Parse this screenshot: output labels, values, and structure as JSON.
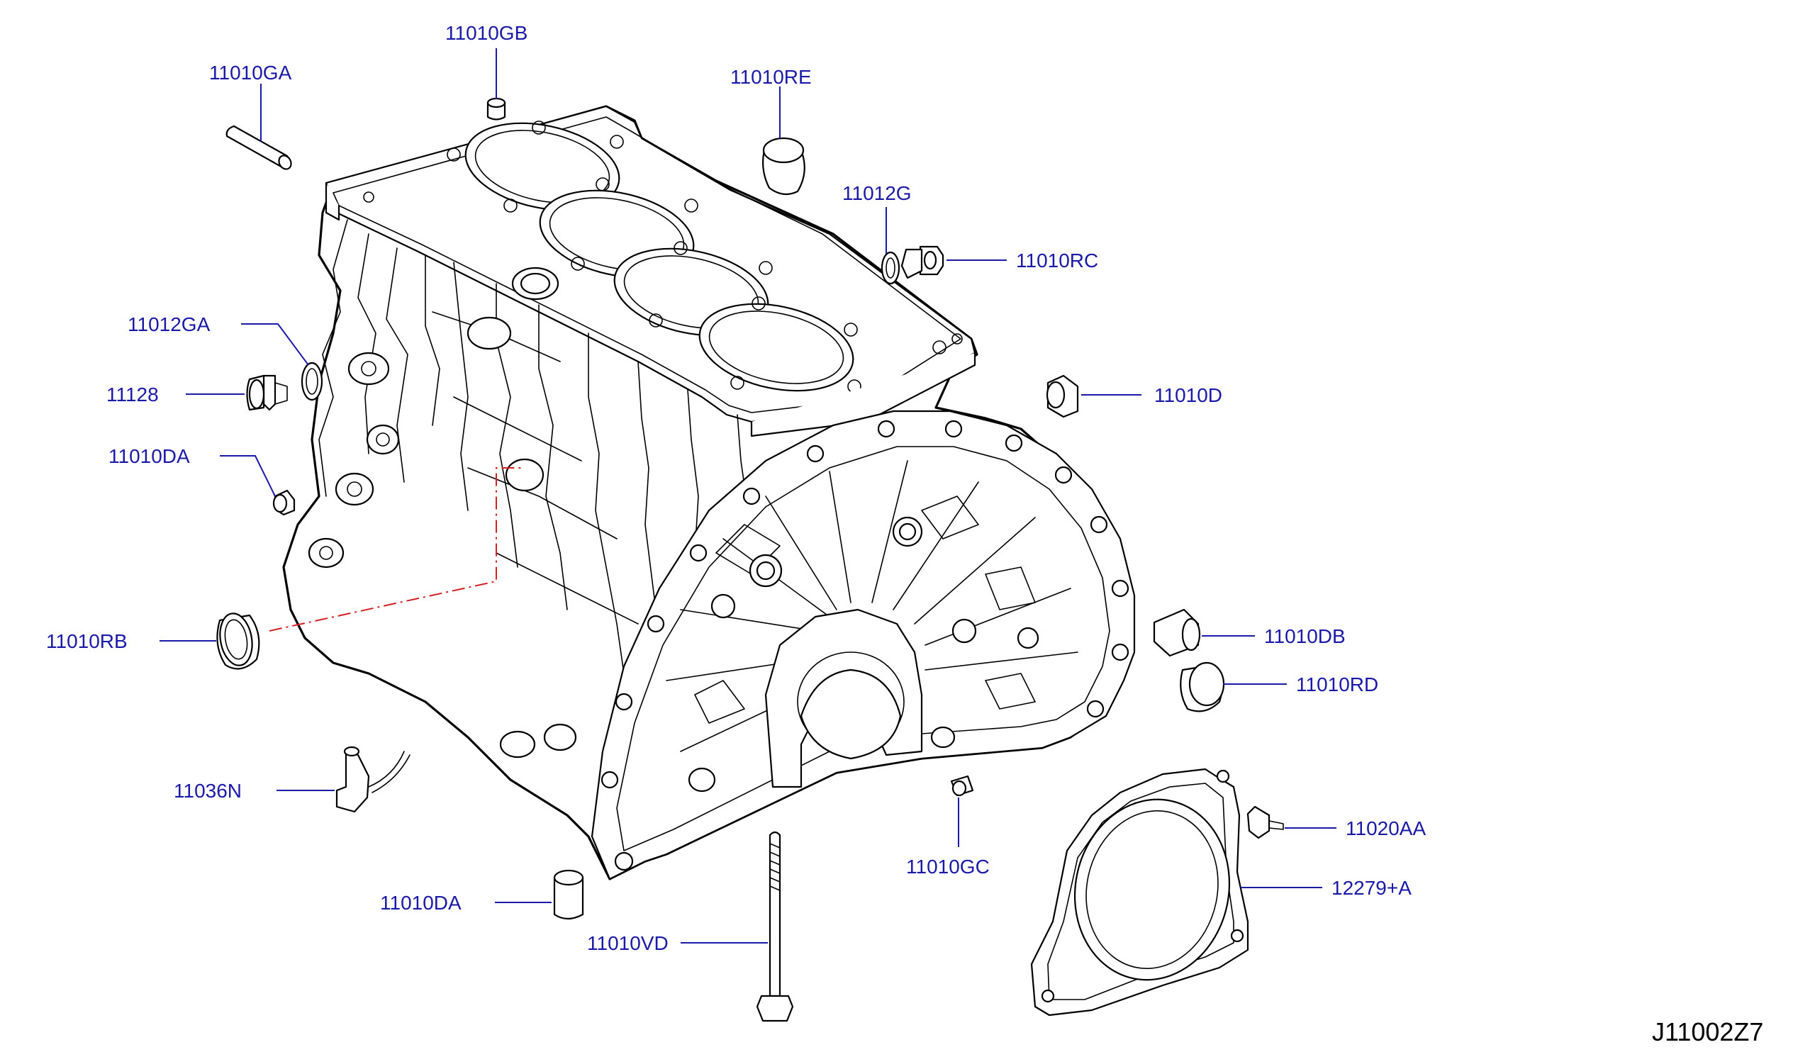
{
  "drawing": {
    "reference": "J11002Z7",
    "callouts": [
      {
        "id": "11010GB",
        "label": "11010GB"
      },
      {
        "id": "11010GA",
        "label": "11010GA"
      },
      {
        "id": "11010RE",
        "label": "11010RE"
      },
      {
        "id": "11012G",
        "label": "11012G"
      },
      {
        "id": "11010RC",
        "label": "11010RC"
      },
      {
        "id": "11012GA",
        "label": "11012GA"
      },
      {
        "id": "11128",
        "label": "11128"
      },
      {
        "id": "11010D",
        "label": "11010D"
      },
      {
        "id": "11010DA-upper",
        "label": "11010DA"
      },
      {
        "id": "11010RB",
        "label": "11010RB"
      },
      {
        "id": "11010DB",
        "label": "11010DB"
      },
      {
        "id": "11010RD",
        "label": "11010RD"
      },
      {
        "id": "11036N",
        "label": "11036N"
      },
      {
        "id": "11020AA",
        "label": "11020AA"
      },
      {
        "id": "11010GC",
        "label": "11010GC"
      },
      {
        "id": "12279A",
        "label": "12279+A"
      },
      {
        "id": "11010DA-lower",
        "label": "11010DA"
      },
      {
        "id": "11010VD",
        "label": "11010VD"
      }
    ]
  }
}
